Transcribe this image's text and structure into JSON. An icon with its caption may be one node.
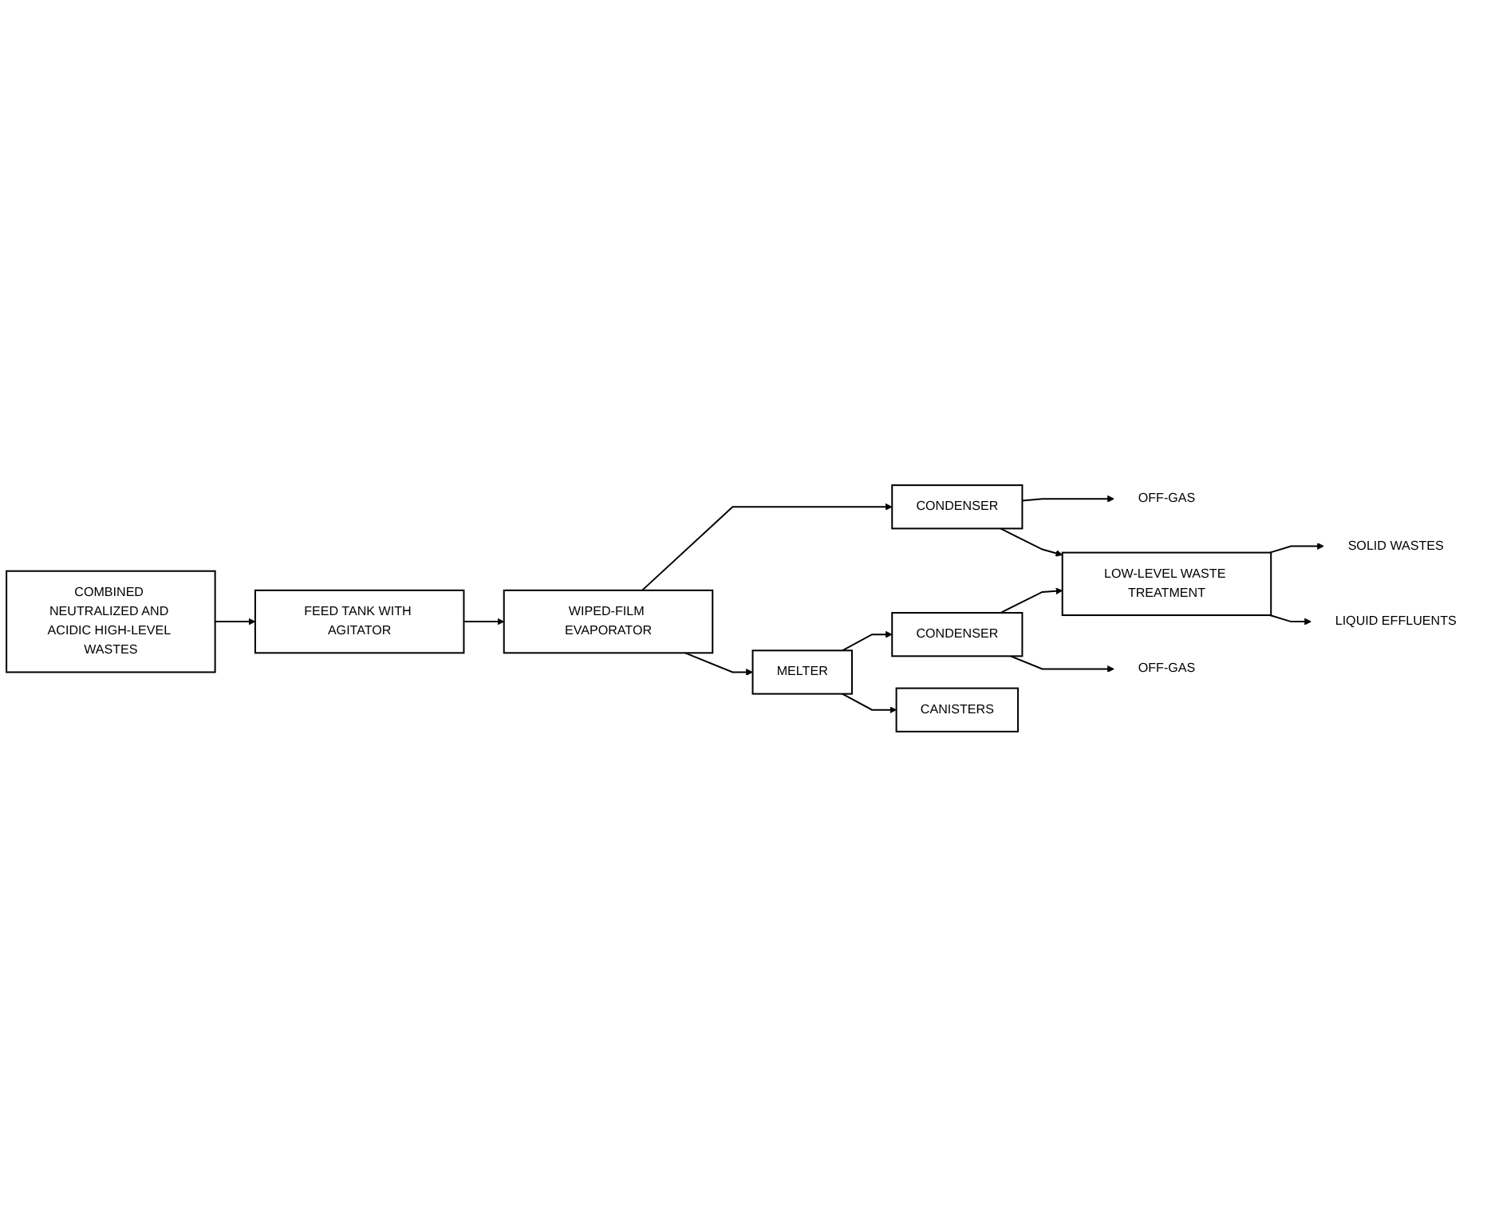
{
  "diagram": {
    "nodes": [
      {
        "text": [
          "COMBINED NEUTRALIZED AND ACIDIC HIGH-LEVEL WASTES"
        ]
      },
      {
        "text": [
          "FEED TANK WITH AGITATOR"
        ]
      },
      {
        "text": [
          "WIPED-FILM EVAPORATOR"
        ]
      },
      {
        "text": [
          "OFF-GAS"
        ]
      },
      {
        "text": [
          "CONDENSER"
        ]
      },
      {
        "text": [
          "SOLID WASTES"
        ]
      },
      {
        "text": [
          "LOW-LEVEL WASTE TREATMENT"
        ]
      },
      {
        "text": [
          "MELTER"
        ]
      },
      {
        "text": [
          "CONDENSER"
        ]
      },
      {
        "text": [
          "LIQUID EFFLUENTS"
        ]
      },
      {
        "text": [
          "CANISTERS"
        ]
      },
      {
        "text": [
          "OFF-GAS"
        ]
      }
    ],
    "edges": [
      {
        "from": 0,
        "to": 1,
        "arrow": "to"
      },
      {
        "from": 1,
        "to": 2,
        "arrow": "to"
      },
      {
        "from": 2,
        "to": 4,
        "arrow": "to"
      },
      {
        "from": 4,
        "to": 3,
        "arrow": "to"
      },
      {
        "from": 4,
        "to": 6,
        "arrow": "to"
      },
      {
        "from": 2,
        "to": 7,
        "arrow": "to"
      },
      {
        "from": 7,
        "to": 8,
        "arrow": "to"
      },
      {
        "from": 8,
        "to": 6,
        "arrow": "to"
      },
      {
        "from": 6,
        "to": 5,
        "arrow": "to"
      },
      {
        "from": 6,
        "to": 9,
        "arrow": "to"
      },
      {
        "from": 7,
        "to": 10,
        "arrow": "to"
      },
      {
        "from": 8,
        "to": 11,
        "arrow": "to"
      }
    ]
  }
}
